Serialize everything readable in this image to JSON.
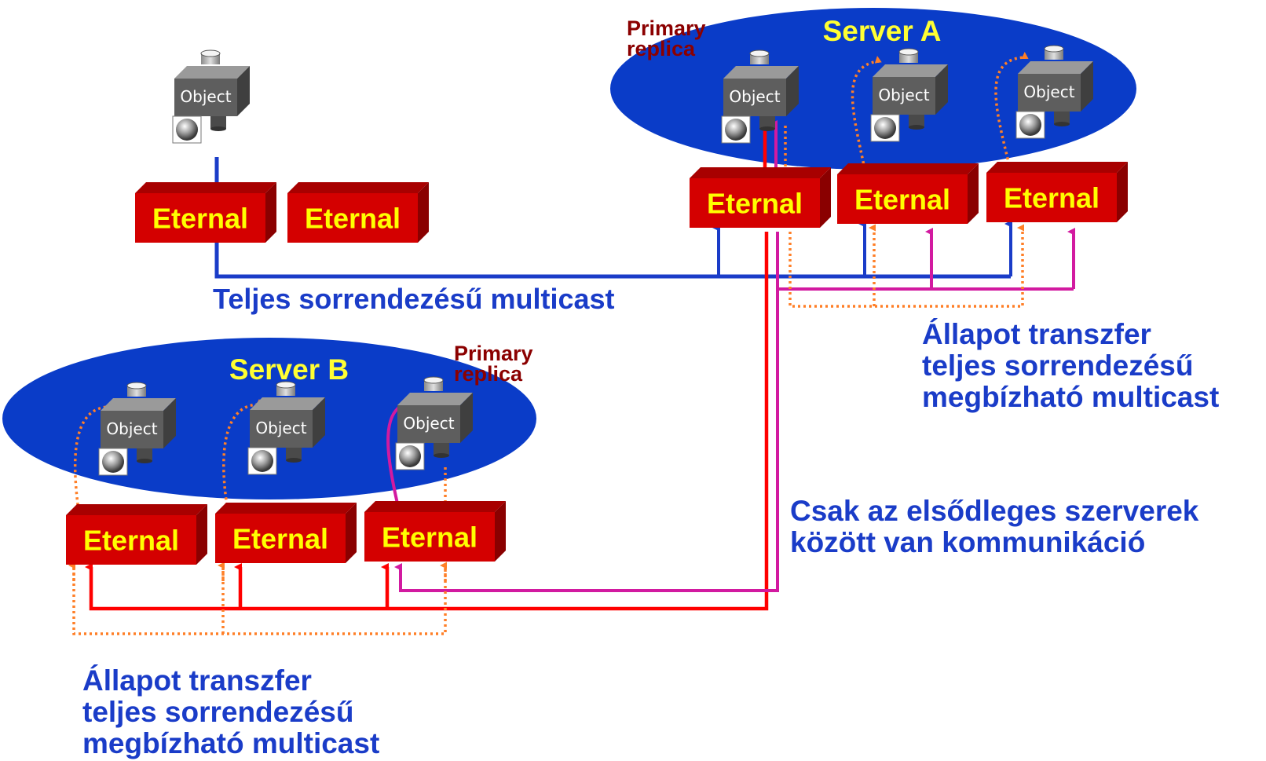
{
  "server_a": {
    "title": "Server A",
    "primary_label_line1": "Primary",
    "primary_label_line2": "replica",
    "objects": [
      "Object",
      "Object",
      "Object"
    ],
    "eternals": [
      "Eternal",
      "Eternal",
      "Eternal"
    ]
  },
  "server_b": {
    "title": "Server B",
    "primary_label_line1": "Primary",
    "primary_label_line2": "replica",
    "objects": [
      "Object",
      "Object",
      "Object"
    ],
    "eternals": [
      "Eternal",
      "Eternal",
      "Eternal"
    ]
  },
  "client": {
    "object": "Object",
    "eternals": [
      "Eternal",
      "Eternal"
    ]
  },
  "captions": {
    "total_order": "Teljes sorrendezésű multicast",
    "state_transfer_a": [
      "Állapot transzfer",
      "teljes sorrendezésű",
      "megbízható multicast"
    ],
    "state_transfer_b": [
      "Állapot transzfer",
      "teljes sorrendezésű",
      "megbízható multicast"
    ],
    "primary_comm": [
      "Csak az elsődleges szerverek",
      "között van kommunikáció"
    ]
  },
  "colors": {
    "ellipse": "#0a3cc8",
    "eternal_front": "#d40000",
    "eternal_text": "#ffff00",
    "server_title": "#ffff33",
    "primary_label": "#8b0000",
    "caption_blue": "#1a3cc8",
    "line_blue": "#1a3cc8",
    "line_red": "#ff0000",
    "line_magenta": "#d21aa0",
    "line_orange": "#ff7f27"
  }
}
